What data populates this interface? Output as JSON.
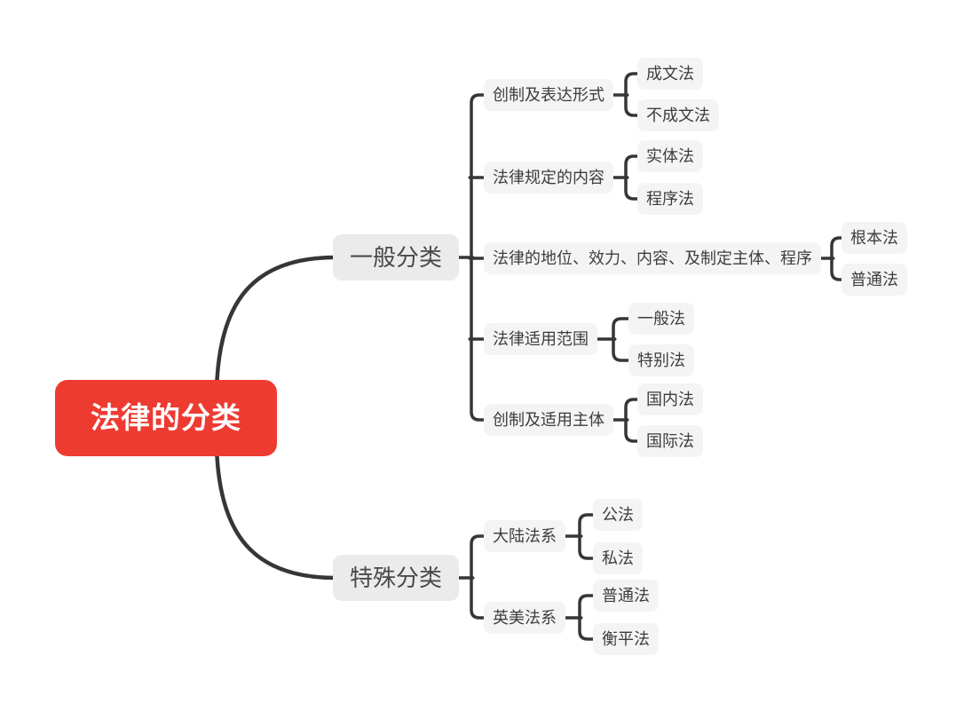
{
  "palette": {
    "canvas_bg": "#ffffff",
    "root_bg": "#ee3b32",
    "root_text": "#ffffff",
    "branch_bg": "#ebebeb",
    "branch_text": "#4a4a4a",
    "node_bg": "#f4f4f4",
    "node_text": "#3d3d3d",
    "line": "#363636"
  },
  "mindmap": {
    "root": {
      "label": "法律的分类"
    },
    "branches": [
      {
        "label": "一般分类",
        "children": [
          {
            "label": "创制及表达形式",
            "children": [
              {
                "label": "成文法"
              },
              {
                "label": "不成文法"
              }
            ]
          },
          {
            "label": "法律规定的内容",
            "children": [
              {
                "label": "实体法"
              },
              {
                "label": "程序法"
              }
            ]
          },
          {
            "label": "法律的地位、效力、内容、及制定主体、程序",
            "children": [
              {
                "label": "根本法"
              },
              {
                "label": "普通法"
              }
            ]
          },
          {
            "label": "法律适用范围",
            "children": [
              {
                "label": "一般法"
              },
              {
                "label": "特别法"
              }
            ]
          },
          {
            "label": "创制及适用主体",
            "children": [
              {
                "label": "国内法"
              },
              {
                "label": "国际法"
              }
            ]
          }
        ]
      },
      {
        "label": "特殊分类",
        "children": [
          {
            "label": "大陆法系",
            "children": [
              {
                "label": "公法"
              },
              {
                "label": "私法"
              }
            ]
          },
          {
            "label": "英美法系",
            "children": [
              {
                "label": "普通法"
              },
              {
                "label": "衡平法"
              }
            ]
          }
        ]
      }
    ]
  }
}
